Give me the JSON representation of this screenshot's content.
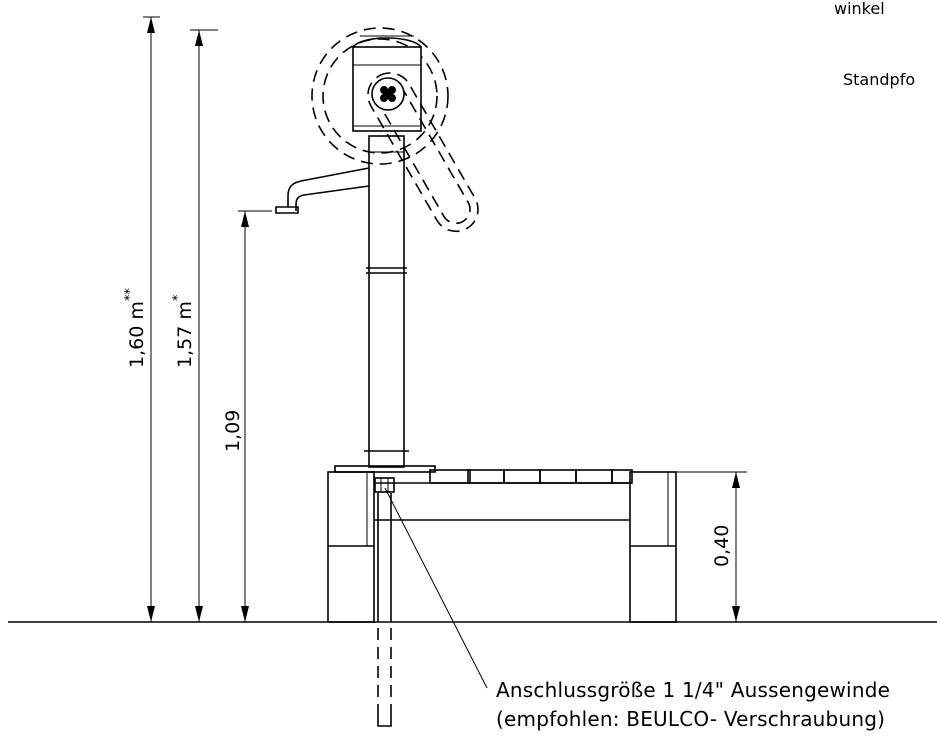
{
  "corner_labels": {
    "top": "winkel",
    "second": "Standpfo"
  },
  "dimensions": {
    "total_height": {
      "value": "1,60 m",
      "mark": "**"
    },
    "total_height_alt": {
      "value": "1,57 m",
      "mark": "*"
    },
    "spout_height": {
      "value": "1,09"
    },
    "bench_height": {
      "value": "0,40"
    }
  },
  "annotation": {
    "line1": "Anschlussgröße 1 1/4\" Aussengewinde",
    "line2": "(empfohlen: BEULCO- Verschraubung)"
  },
  "colors": {
    "line": "#000000",
    "background": "#ffffff"
  }
}
